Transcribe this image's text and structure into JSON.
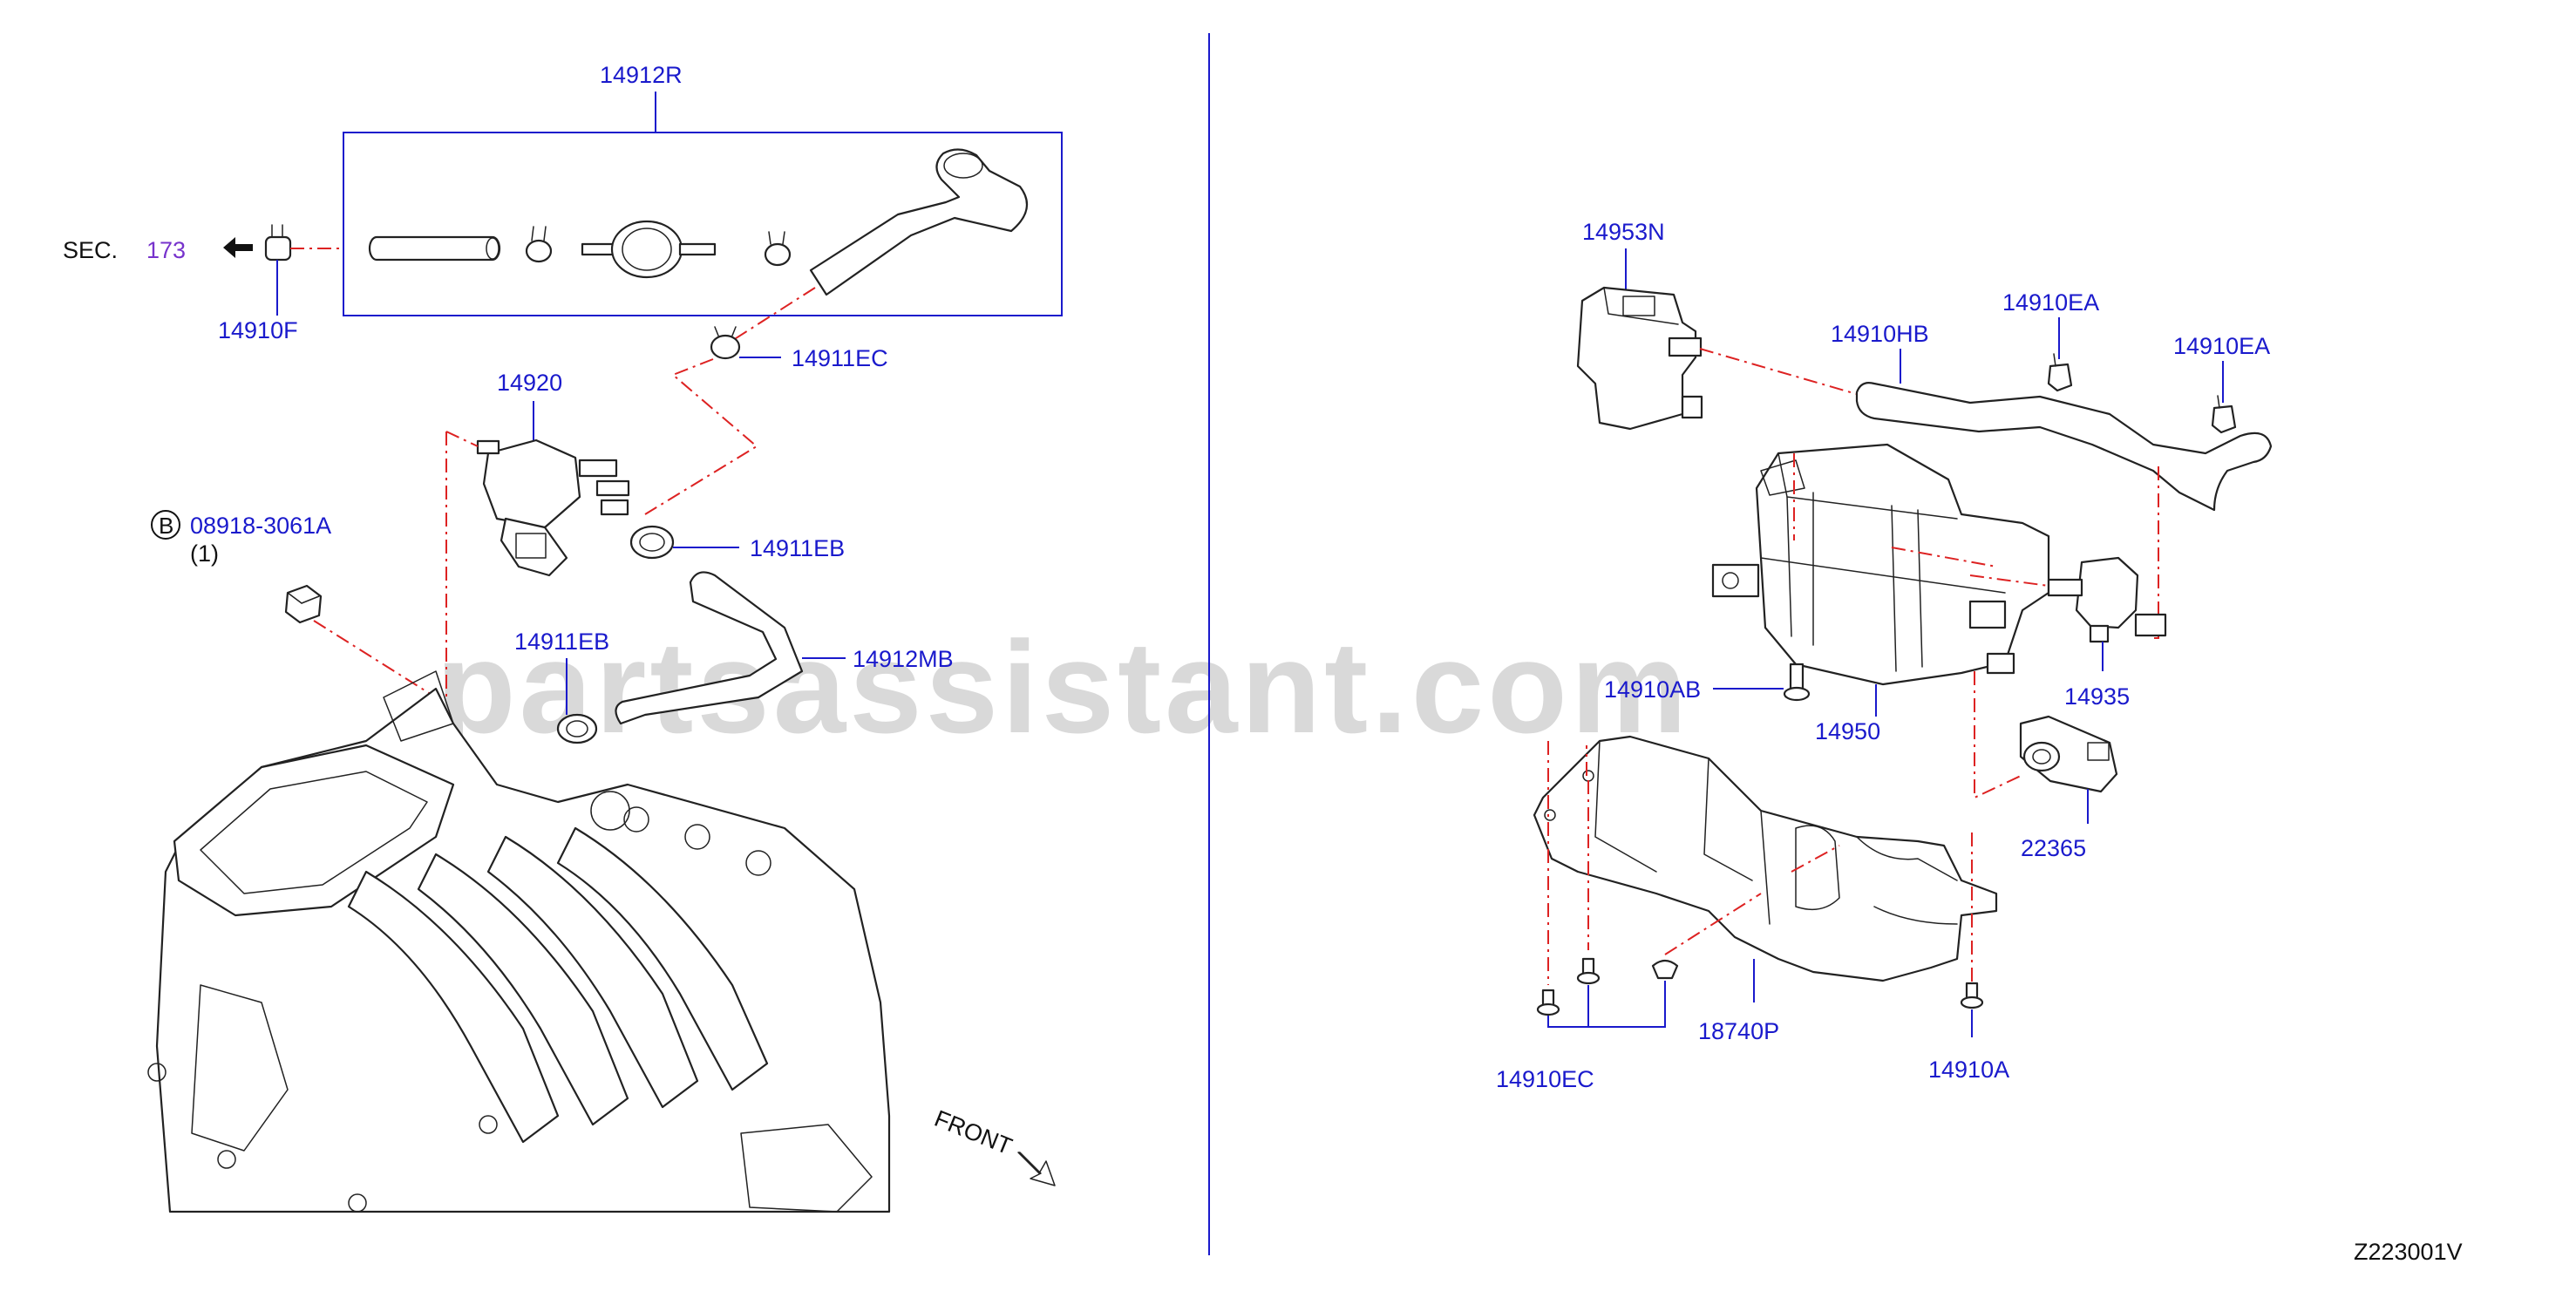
{
  "watermark": "partsassistant.com",
  "diagram_code": "Z223001V",
  "section_ref": {
    "prefix": "SEC.",
    "number": "173"
  },
  "front_label": "FRONT",
  "bolt_note": {
    "symbol": "B",
    "part": "08918-3061A",
    "qty": "(1)"
  },
  "labels": {
    "p14912R": "14912R",
    "p14910F": "14910F",
    "p14911EC": "14911EC",
    "p14920": "14920",
    "p14911EB_a": "14911EB",
    "p14911EB_b": "14911EB",
    "p14912MB": "14912MB",
    "p14953N": "14953N",
    "p14910HB": "14910HB",
    "p14910EA_a": "14910EA",
    "p14910EA_b": "14910EA",
    "p14910AB": "14910AB",
    "p14950": "14950",
    "p14935": "14935",
    "p22365": "22365",
    "p18740P": "18740P",
    "p14910A": "14910A",
    "p14910EC": "14910EC"
  },
  "colors": {
    "label_blue": "#1a1acc",
    "section_purple": "#7733cc",
    "dashed_red": "#dd2222",
    "watermark_gray": "#d9d9d9"
  }
}
